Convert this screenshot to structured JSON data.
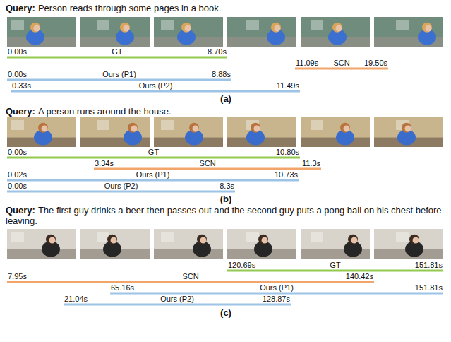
{
  "diagram": {
    "labels": [
      "Query:",
      "Person reads through some pages in a book.",
      "0.00s",
      "GT",
      "8.70s",
      "11.09s",
      "SCN",
      "19.50s",
      "0.00s",
      "Ours (P1)",
      "8.88s",
      "0.33s",
      "Ours (P2)",
      "11.49s",
      "(a)",
      "Query:",
      "A person runs around the house.",
      "0.00s",
      "GT",
      "10.80s",
      "3.34s",
      "SCN",
      "11.3s",
      "0.02s",
      "Ours (P1)",
      "10.73s",
      "0.00s",
      "Ours (P2)",
      "8.3s",
      "(b)",
      "Query:",
      "The first guy drinks a beer then passes out and the second guy puts a pong ball on his chest before leaving.",
      "120.69s",
      "GT",
      "151.81s",
      "7.95s",
      "SCN",
      "140.42s",
      "65.16s",
      "Ours (P1)",
      "151.81s",
      "21.04s",
      "Ours (P2)",
      "128.87s",
      "(c)"
    ]
  }
}
